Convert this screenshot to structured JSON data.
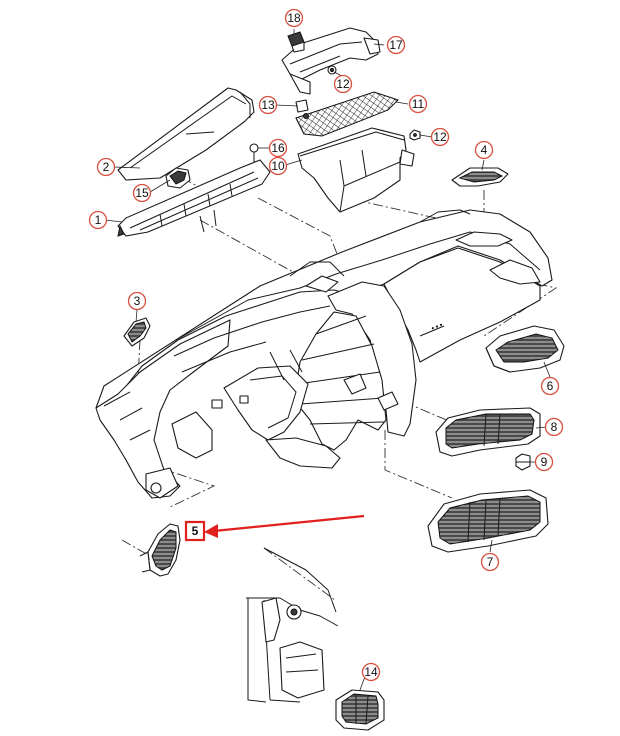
{
  "diagram": {
    "callouts": [
      "1",
      "2",
      "3",
      "4",
      "5",
      "6",
      "7",
      "8",
      "9",
      "10",
      "11",
      "12",
      "12",
      "13",
      "14",
      "15",
      "16",
      "17",
      "18"
    ],
    "highlighted_callout": "5",
    "accent_color": "#d9503f",
    "highlight_color": "#e0201b"
  }
}
